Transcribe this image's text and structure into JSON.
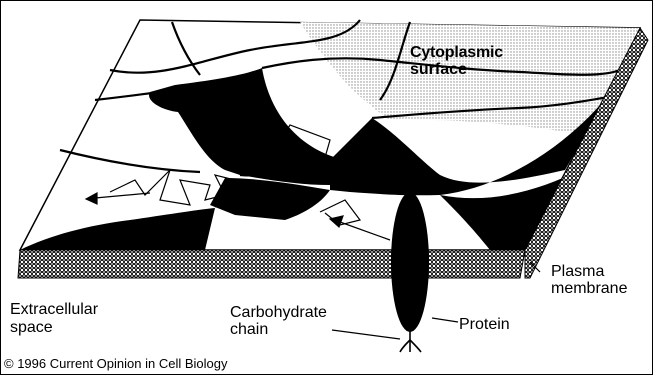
{
  "labels": {
    "cytoplasmic_line1": "Cytoplasmic",
    "cytoplasmic_line2": "surface",
    "plasma_line1": "Plasma",
    "plasma_line2": "membrane",
    "extracellular_line1": "Extracellular",
    "extracellular_line2": "space",
    "carbohydrate_line1": "Carbohydrate",
    "carbohydrate_line2": "chain",
    "protein": "Protein"
  },
  "copyright": "© 1996 Current Opinion in Cell Biology",
  "colors": {
    "ink": "#000000",
    "paper": "#ffffff",
    "stipple": "#bdbdbd"
  }
}
